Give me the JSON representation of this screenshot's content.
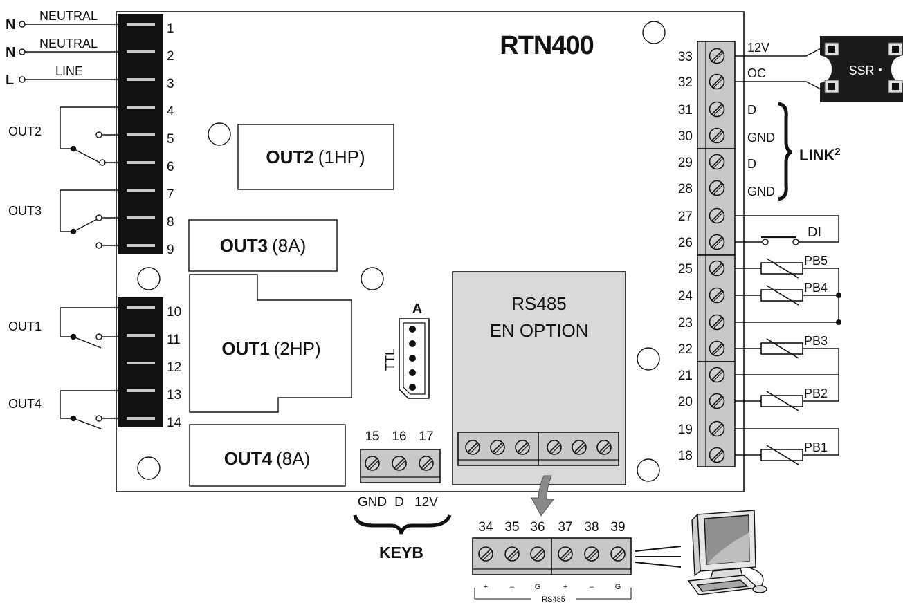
{
  "title": "RTN400",
  "left_terminals": {
    "numbers": [
      "1",
      "2",
      "3",
      "4",
      "5",
      "6",
      "7",
      "8",
      "9",
      "10",
      "11",
      "12",
      "13",
      "14"
    ],
    "supply": [
      {
        "letter": "N",
        "name": "NEUTRAL"
      },
      {
        "letter": "N",
        "name": "NEUTRAL"
      },
      {
        "letter": "L",
        "name": "LINE"
      }
    ],
    "relay_labels": [
      "OUT2",
      "OUT3",
      "OUT1",
      "OUT4"
    ]
  },
  "relays": [
    {
      "name": "OUT2",
      "rating": "(1HP)"
    },
    {
      "name": "OUT3",
      "rating": "(8A)"
    },
    {
      "name": "OUT1",
      "rating": "(2HP)"
    },
    {
      "name": "OUT4",
      "rating": "(8A)"
    }
  ],
  "ttl": {
    "label": "TTL",
    "pin_label": "A"
  },
  "keyb": {
    "numbers": [
      "15",
      "16",
      "17"
    ],
    "signals": [
      "GND",
      "D",
      "12V"
    ],
    "label": "KEYB"
  },
  "rs485_module": {
    "line1": "RS485",
    "line2": "EN OPTION",
    "numbers": [
      "34",
      "35",
      "36",
      "37",
      "38",
      "39"
    ],
    "pins": [
      "+",
      "–",
      "G",
      "+",
      "–",
      "G"
    ],
    "bus_label": "RS485"
  },
  "right_terminals": {
    "numbers": [
      "33",
      "32",
      "31",
      "30",
      "29",
      "28",
      "27",
      "26",
      "25",
      "24",
      "23",
      "22",
      "21",
      "20",
      "19",
      "18"
    ],
    "signals": [
      "12V",
      "OC",
      "D",
      "GND",
      "D",
      "GND"
    ],
    "link_label": "LINK",
    "link_superscript": "2",
    "di_label": "DI",
    "probes": [
      "PB5",
      "PB4",
      "PB3",
      "PB2",
      "PB1"
    ]
  },
  "ssr": {
    "label": "SSR"
  },
  "colors": {
    "block_black": "#111111",
    "block_grey": "#c8c8c8",
    "module_grey": "#d9d9d9",
    "ssr_body": "#1a1a1a",
    "arrow_grey": "#8a8a8a"
  },
  "icons": [
    "screw-terminal-icon",
    "computer-icon",
    "curved-arrow-icon",
    "relay-contact-icon",
    "thermistor-icon",
    "brace-icon"
  ]
}
